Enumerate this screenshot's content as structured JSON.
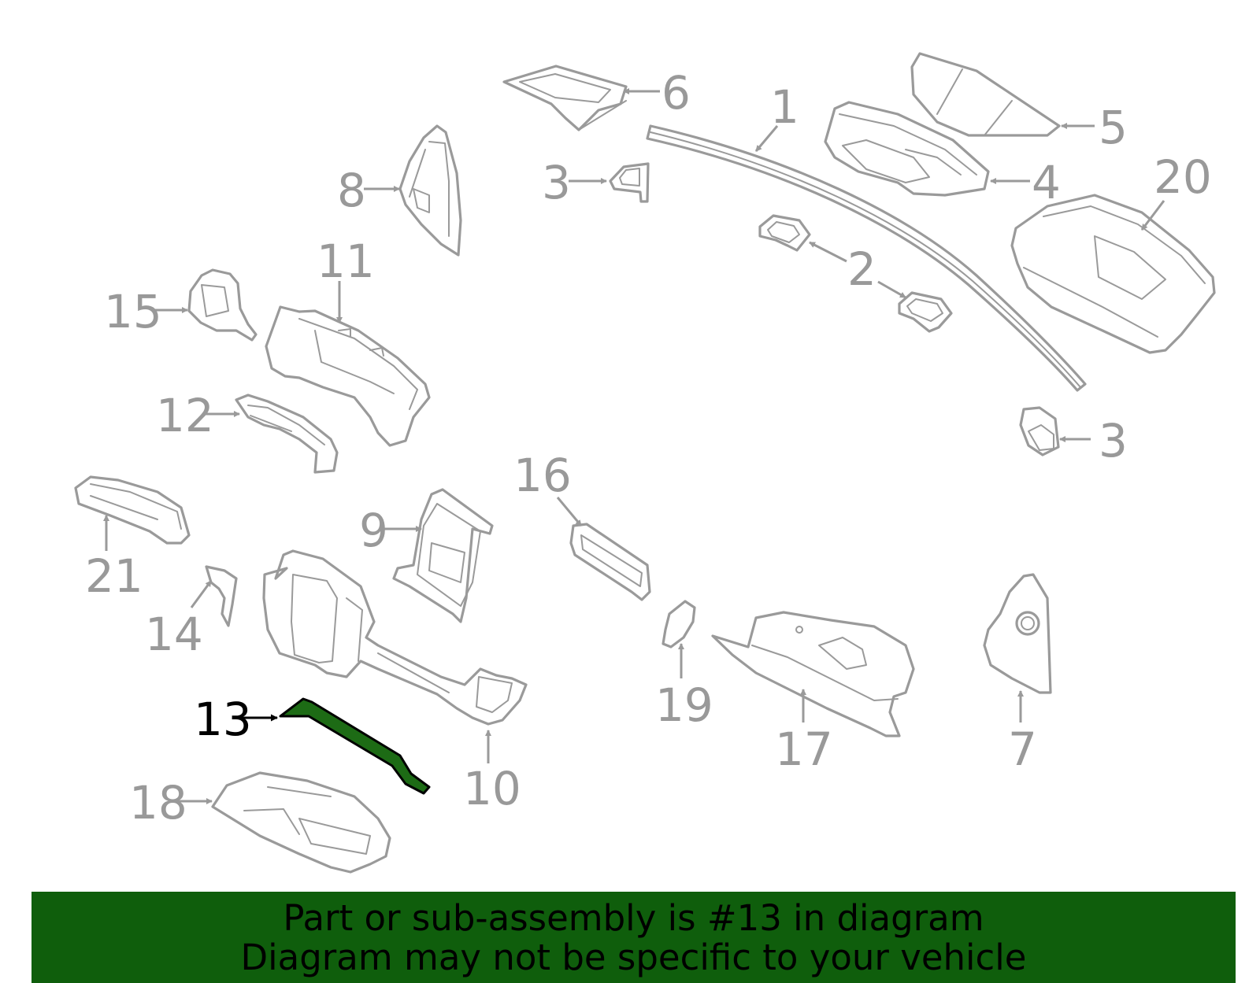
{
  "highlighted_part": "13",
  "callouts": [
    "1",
    "2",
    "2",
    "3",
    "3",
    "4",
    "5",
    "6",
    "7",
    "8",
    "9",
    "10",
    "11",
    "12",
    "13",
    "14",
    "15",
    "16",
    "17",
    "18",
    "19",
    "20",
    "21"
  ],
  "colors": {
    "line": "#9a9a9a",
    "callout": "#999999",
    "highlight_fill": "#1d6b15",
    "banner_bg": "#0f5e0c"
  },
  "banner": {
    "line1": "Part or sub-assembly is #13 in diagram",
    "line2": "Diagram may not be specific to your vehicle"
  }
}
